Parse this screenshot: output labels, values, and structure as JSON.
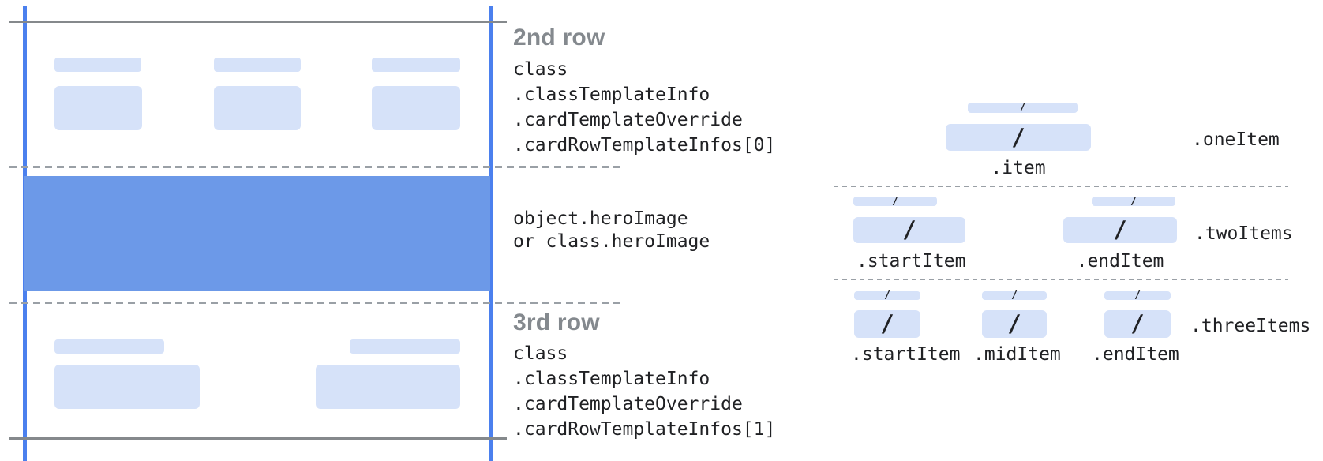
{
  "colors": {
    "guide_line_blue": "#4b80ee",
    "hero_fill_blue": "#6c99e8",
    "placeholder_blue": "#d6e2f9",
    "frame_gray": "#85898c",
    "dash_gray": "#9aa0a6",
    "heading_gray": "#84898e",
    "code_text": "#202124"
  },
  "left_card": {
    "row2": {
      "heading": "2nd row",
      "lines": [
        "class",
        ".classTemplateInfo",
        ".cardTemplateOverride",
        ".cardRowTemplateInfos[0]"
      ]
    },
    "hero": {
      "lines": [
        "object.heroImage",
        "or class.heroImage"
      ]
    },
    "row3": {
      "heading": "3rd row",
      "lines": [
        "class",
        ".classTemplateInfo",
        ".cardTemplateOverride",
        ".cardRowTemplateInfos[1]"
      ]
    }
  },
  "items": {
    "slash": "/",
    "one": {
      "group_label": ".oneItem",
      "item_label": ".item"
    },
    "two": {
      "group_label": ".twoItems",
      "start_label": ".startItem",
      "end_label": ".endItem"
    },
    "three": {
      "group_label": ".threeItems",
      "start_label": ".startItem",
      "mid_label": ".midItem",
      "end_label": ".endItem"
    }
  }
}
